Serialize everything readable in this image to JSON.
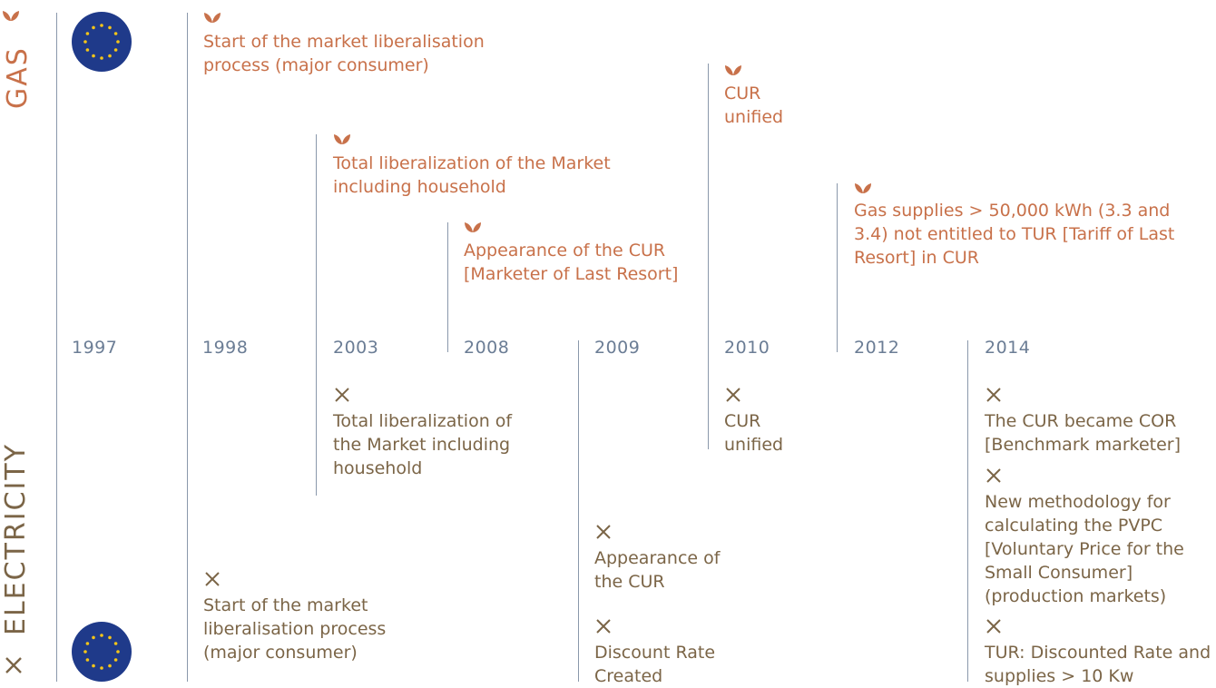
{
  "side_labels": {
    "gas": "GAS",
    "electricity": "ELECTRICITY"
  },
  "years": [
    "1997",
    "1998",
    "2003",
    "2008",
    "2009",
    "2010",
    "2012",
    "2014"
  ],
  "gas_events": {
    "y1998": "Start of the market liberalisation process (major consumer)",
    "y2003": "Total liberalization of the Market including household",
    "y2008": "Appearance of the CUR [Marketer of Last Resort]",
    "y2010": "CUR unified",
    "y2012": "Gas supplies > 50,000 kWh (3.3 and 3.4) not entitled to TUR [Tariff of Last Resort] in CUR"
  },
  "electricity_events": {
    "y1998": "Start of the market liberalisation process (major consumer)",
    "y2003": "Total liberalization of the Market including household",
    "y2009a": "Appearance of the CUR",
    "y2009b": "Discount Rate Created",
    "y2010": "CUR unified",
    "y2014a": "The CUR became COR [Benchmark marketer]",
    "y2014b": "New methodology for calculating the PVPC [Voluntary Price for the Small Consumer] (production markets)",
    "y2014c": "TUR: Discounted Rate and supplies > 10 Kw"
  },
  "colors": {
    "gas": "#c8714a",
    "electricity": "#7b6547",
    "axis": "#8a98ab",
    "eu_blue": "#1f3a8a",
    "eu_star": "#f5c518"
  }
}
